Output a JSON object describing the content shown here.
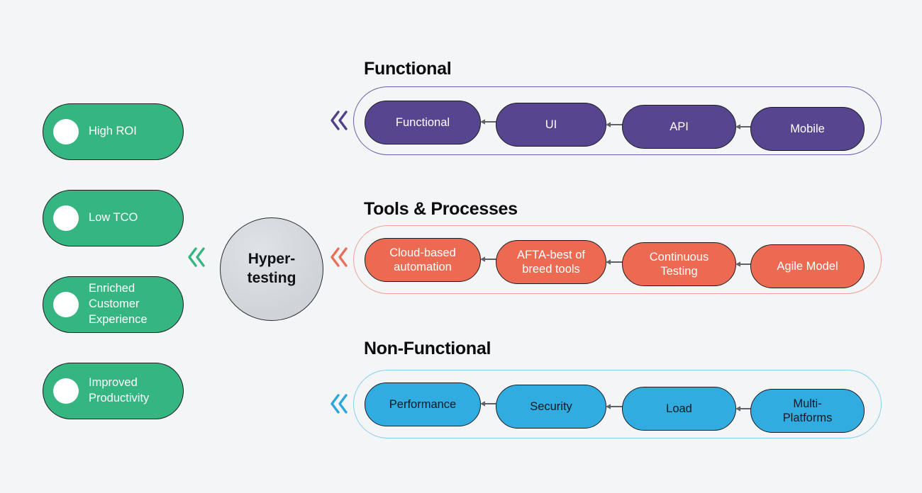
{
  "background_color": "#f4f5f7",
  "center": {
    "label": "Hyper-\ntesting",
    "fill": "#d5d9de",
    "stroke": "#2b2b2e"
  },
  "benefits": {
    "fill": "#35b57f",
    "text_color": "#ffffff",
    "items": [
      {
        "label": "High ROI"
      },
      {
        "label": "Low TCO"
      },
      {
        "label": "Enriched\nCustomer\nExperience"
      },
      {
        "label": "Improved\nProductivity"
      }
    ]
  },
  "chevron_icons": {
    "benefits_to_center": {
      "name": "double-chevron-left-icon",
      "color": "#35b57f"
    },
    "center_to_tools": {
      "name": "double-chevron-left-icon",
      "color": "#e8705a"
    },
    "functional": {
      "name": "double-chevron-left-icon",
      "color": "#514287"
    },
    "nonfunctional": {
      "name": "double-chevron-left-icon",
      "color": "#2ba7dd"
    }
  },
  "sections": [
    {
      "id": "functional",
      "title": "Functional",
      "node_fill": "#57458f",
      "node_text_color": "#ffffff",
      "capsule_stroke": "#6b5fa8",
      "arrow_color": "#5f6368",
      "nodes": [
        {
          "label": "Functional"
        },
        {
          "label": "UI"
        },
        {
          "label": "API"
        },
        {
          "label": "Mobile"
        }
      ]
    },
    {
      "id": "tools",
      "title": "Tools & Processes",
      "node_fill": "#ed6a52",
      "node_text_color": "#ffffff",
      "capsule_stroke": "#eda396",
      "arrow_color": "#5f6368",
      "nodes": [
        {
          "label": "Cloud-based\nautomation"
        },
        {
          "label": "AFTA-best of\nbreed tools"
        },
        {
          "label": "Continuous\nTesting"
        },
        {
          "label": "Agile Model"
        }
      ]
    },
    {
      "id": "nonfunctional",
      "title": "Non-Functional",
      "node_fill": "#31ace0",
      "node_text_color": "#0b1a24",
      "capsule_stroke": "#88cfee",
      "arrow_color": "#5f6368",
      "nodes": [
        {
          "label": "Performance"
        },
        {
          "label": "Security"
        },
        {
          "label": "Load"
        },
        {
          "label": "Multi-\nPlatforms"
        }
      ]
    }
  ]
}
